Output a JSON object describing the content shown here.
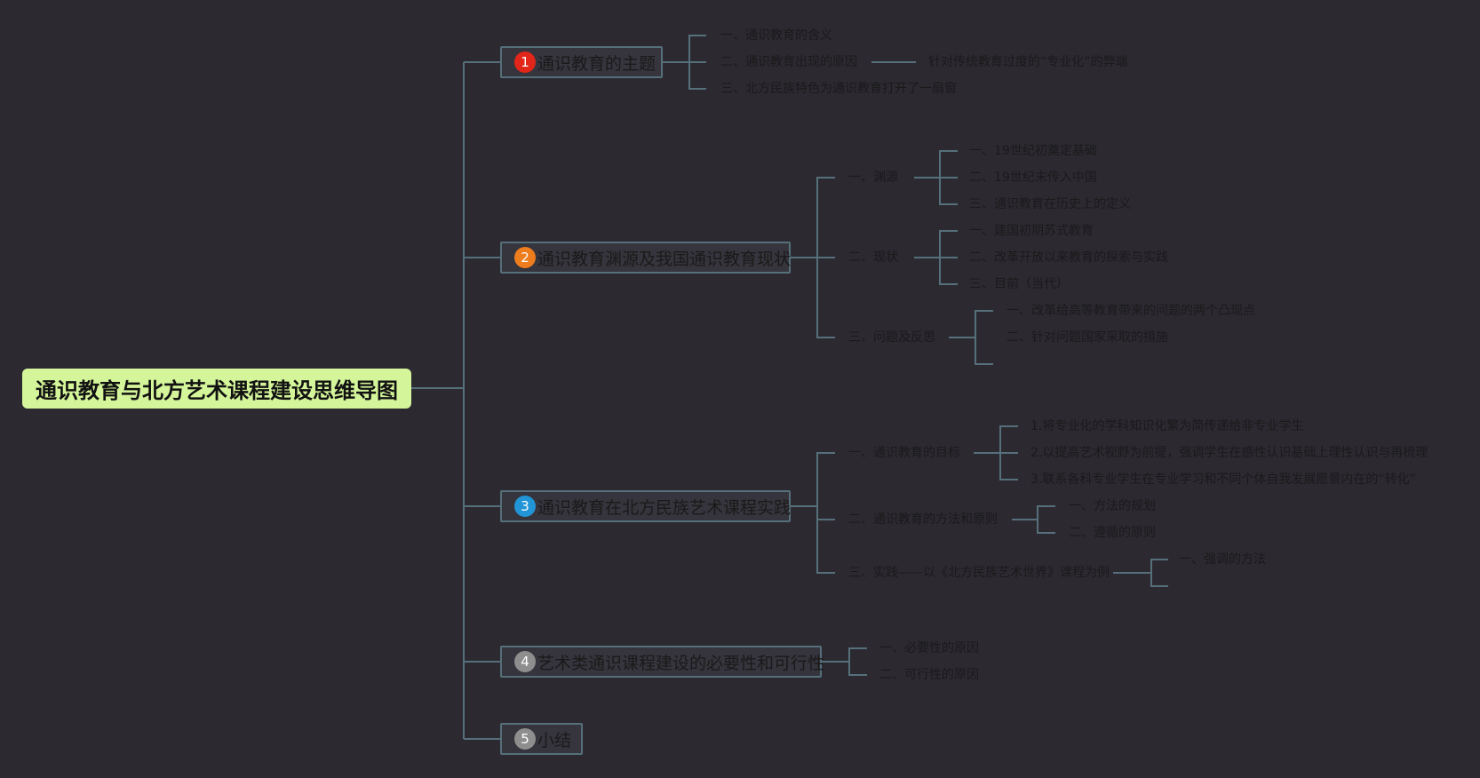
{
  "colors": {
    "background": "#2c2931",
    "root_fill": "#d4f59a",
    "line": "#55707a",
    "node_border": "#55707a"
  },
  "root": {
    "label": "通识教育与北方艺术课程建设思维导图"
  },
  "branches": [
    {
      "badge": "1",
      "badge_color": "#e2261a",
      "label": "通识教育的主题"
    },
    {
      "badge": "2",
      "badge_color": "#ee7d1d",
      "label": "通识教育渊源及我国通识教育现状"
    },
    {
      "badge": "3",
      "badge_color": "#2295d6",
      "label": "通识教育在北方民族艺术课程实践"
    },
    {
      "badge": "4",
      "badge_color": "#8e8e8e",
      "label": "艺术类通识课程建设的必要性和可行性"
    },
    {
      "badge": "5",
      "badge_color": "#8e8e8e",
      "label": "小结"
    }
  ],
  "b1": {
    "items": [
      "一、通识教育的含义",
      "二、通识教育出现的原因",
      "三、北方民族特色为通识教育打开了一扇窗"
    ],
    "reason_detail": "针对传统教育过度的“专业化”的弊端"
  },
  "b2": {
    "groups": [
      "一、渊源",
      "二、现状",
      "三、问题及反思"
    ],
    "yuanyuan": [
      "一、19世纪初奠定基础",
      "二、19世纪末传入中国",
      "三、通识教育在历史上的定义"
    ],
    "xianzhuang": [
      "一、建国初期苏式教育",
      "二、改革开放以来教育的探索与实践",
      "三、目前（当代）"
    ],
    "wenti": [
      "一、改革给高等教育带来的问题的两个凸现点",
      "二、针对问题国家采取的措施"
    ]
  },
  "b3": {
    "groups": [
      "一、通识教育的目标",
      "二、通识教育的方法和原则",
      "三、实践——以《北方民族艺术世界》课程为例"
    ],
    "mubiao": [
      "1.将专业化的学科知识化繁为简传递给非专业学生",
      "2.以提高艺术视野为前提，强调学生在感性认识基础上理性认识与再梳理",
      "3.联系各科专业学生在专业学习和不同个体自我发展愿景内在的“转化”"
    ],
    "fangfa": [
      "一、方法的规划",
      "二、遵循的原则"
    ],
    "shijian": [
      "一、强调的方法"
    ]
  },
  "b4": {
    "items": [
      "一、必要性的原因",
      "二、可行性的原因"
    ]
  }
}
